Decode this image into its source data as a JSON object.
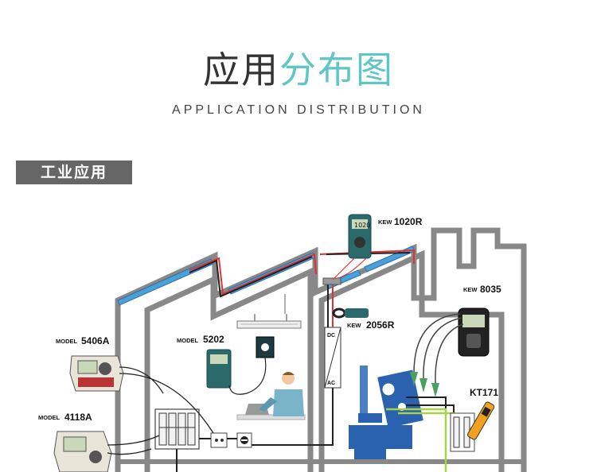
{
  "header": {
    "title_part1": "应用",
    "title_part2": "分布图",
    "subtitle": "APPLICATION DISTRIBUTION"
  },
  "section": {
    "label": "工业应用"
  },
  "devices": [
    {
      "prefix": "KEW",
      "model": "1020R"
    },
    {
      "prefix": "KEW",
      "model": "8035"
    },
    {
      "prefix": "KEW",
      "model": "2056R"
    },
    {
      "prefix": "MODEL",
      "model": "5406A"
    },
    {
      "prefix": "MODEL",
      "model": "5202"
    },
    {
      "prefix": "MODEL",
      "model": "4118A"
    },
    {
      "prefix": "",
      "model": "KT171"
    }
  ],
  "meter_labels": {
    "dc": "DC",
    "ac": "AC"
  },
  "colors": {
    "accent": "#5fc7c3",
    "section_bg": "#666666",
    "solar_panel": "#4aa0d8",
    "device_green": "#2a6a6a",
    "machine_blue": "#2a62b0",
    "ground_wire": "#a7d24a"
  }
}
